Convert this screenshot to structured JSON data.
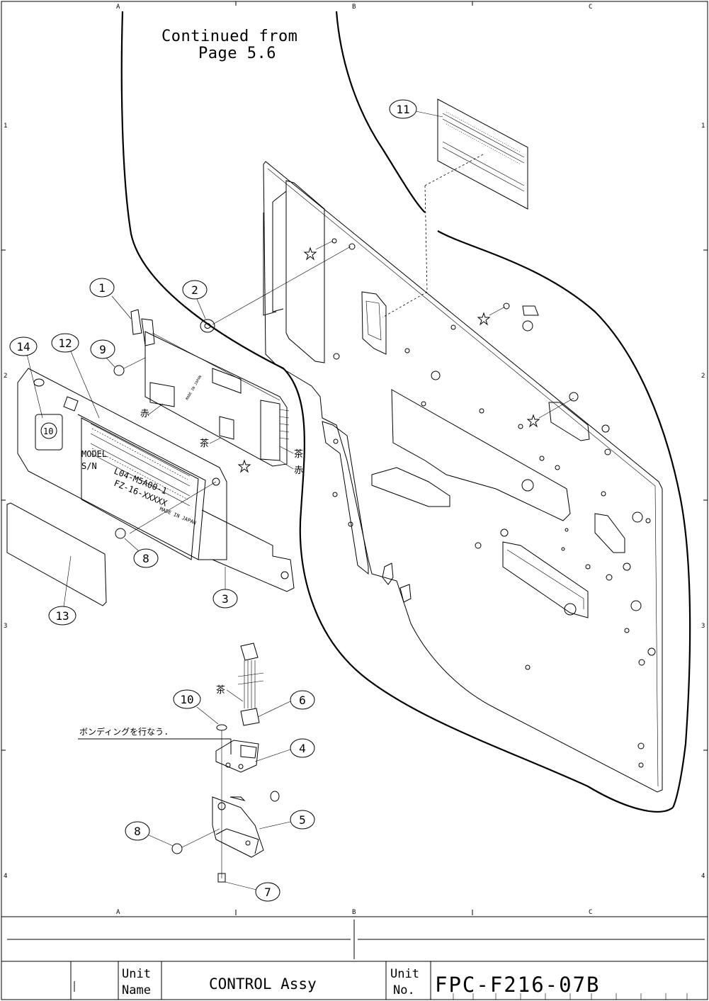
{
  "frame": {
    "zones_top": [
      "A",
      "B",
      "C"
    ],
    "zones_bottom": [
      "A",
      "B",
      "C"
    ],
    "rows_left": [
      "1",
      "2",
      "3",
      "4"
    ],
    "rows_right": [
      "1",
      "2",
      "3",
      "4"
    ]
  },
  "continued_note": {
    "line1": "Continued from",
    "line2": "Page 5.6"
  },
  "callouts": [
    "1",
    "2",
    "3",
    "4",
    "5",
    "6",
    "7",
    "8",
    "9",
    "10",
    "11",
    "12",
    "13",
    "14"
  ],
  "callout_8b": "8",
  "label_plate": {
    "row1_key": "MODEL",
    "row1_val": "L04-M5A00-1",
    "row2_key": "S/N",
    "row2_val": "FZ-16-XXXXX",
    "made": "MADE IN JAPAN",
    "badge": "10"
  },
  "board_markings": {
    "made": "MADE IN JAPAN"
  },
  "wire_colors": {
    "red": "赤",
    "brown": "茶"
  },
  "bonding_note": "ボンディングを行なう.",
  "title_block": {
    "unit_name_label_1": "Unit",
    "unit_name_label_2": "Name",
    "unit_name": "CONTROL Assy",
    "unit_no_label_1": "Unit",
    "unit_no_label_2": "No.",
    "unit_no": "FPC-F216-07B"
  }
}
